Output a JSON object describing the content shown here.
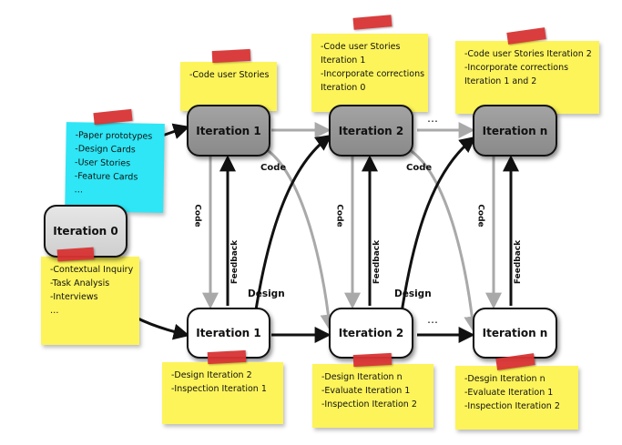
{
  "boxes": {
    "iter0": "Iteration 0",
    "top1": "Iteration 1",
    "top2": "Iteration 2",
    "topn": "Iteration n",
    "bot1": "Iteration 1",
    "bot2": "Iteration 2",
    "botn": "Iteration n"
  },
  "notes": {
    "cyan_iter0": [
      "-Paper prototypes",
      "-Design Cards",
      "-User Stories",
      "-Feature Cards",
      "…"
    ],
    "yellow_iter0": [
      "-Contextual Inquiry",
      "-Task Analysis",
      "-Interviews",
      "…"
    ],
    "top1": [
      "-Code user Stories"
    ],
    "top2": [
      "-Code user Stories",
      "Iteration 1",
      "-Incorporate corrections",
      "Iteration 0"
    ],
    "topn": [
      "-Code user Stories Iteration 2",
      "-Incorporate corrections",
      "Iteration 1 and 2"
    ],
    "bot1": [
      "-Design Iteration 2",
      "-Inspection Iteration 1"
    ],
    "bot2": [
      "-Design Iteration n",
      "-Evaluate Iteration 1",
      "-Inspection Iteration 2"
    ],
    "botn": [
      "-Desgin Iteration n",
      "-Evaluate Iteration 1",
      "-Inspection Iteration 2"
    ]
  },
  "labels": {
    "code_top1": "Code",
    "code_top2": "Code",
    "design1": "Design",
    "design2": "Design",
    "ellipsis_top": "…",
    "ellipsis_bottom": "…",
    "code_vertical": "Code",
    "feedback_vertical": "Feedback"
  },
  "colors": {
    "note_yellow": "#fdf45a",
    "note_cyan": "#2ee6f5",
    "tape_red": "#d93333",
    "arrow_black": "#111111",
    "arrow_gray": "#a9a9a9"
  }
}
